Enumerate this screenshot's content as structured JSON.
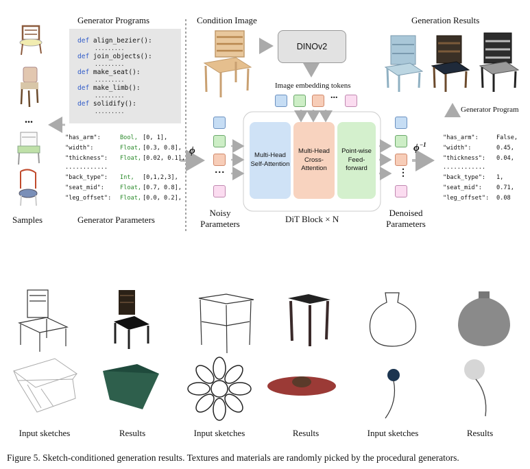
{
  "top": {
    "generator_programs_title": "Generator Programs",
    "condition_image_title": "Condition Image",
    "generation_results_title": "Generation Results",
    "code_lines": [
      {
        "kw": "def",
        "text": "align_bezier():"
      },
      {
        "kw": "def",
        "text": "join_objects():"
      },
      {
        "kw": "def",
        "text": "make_seat():"
      },
      {
        "kw": "def",
        "text": "make_limb():"
      },
      {
        "kw": "def",
        "text": "solidify():"
      }
    ],
    "code_dots": ".........",
    "samples_dots": "...",
    "samples_label": "Samples",
    "generator_parameters_label": "Generator Parameters",
    "params": [
      {
        "name": "\"has_arm\":",
        "type": "Bool,",
        "range": "[0, 1],"
      },
      {
        "name": "\"width\":",
        "type": "Float,",
        "range": "[0.3, 0.8],"
      },
      {
        "name": "\"thickness\":",
        "type": "Float,",
        "range": "[0.02, 0.1],"
      },
      {
        "name": "\"back_type\":",
        "type": "Int,",
        "range": "[0,1,2,3],"
      },
      {
        "name": "\"seat_mid\":",
        "type": "Float,",
        "range": "[0.7, 0.8],"
      },
      {
        "name": "\"leg_offset\":",
        "type": "Float,",
        "range": "[0.0, 0.2],"
      }
    ],
    "params_dots": "............",
    "phi": "ϕ",
    "phi_inv": "ϕ",
    "phi_inv_sup": "−1",
    "dinov2": "DINOv2",
    "image_embedding_tokens": "Image embedding tokens",
    "token_dots": "...",
    "mha": "Multi-Head Self-Attention",
    "mhca": "Multi-Head Cross-Attention",
    "ff": "Point-wise Feed-forward",
    "dit_block": "DiT Block × N",
    "noisy_params": "Noisy Parameters",
    "denoised_params": "Denoised Parameters",
    "generator_program_label": "Generator Program",
    "outputs": [
      {
        "name": "\"has_arm\":",
        "value": "False,"
      },
      {
        "name": "\"width\":",
        "value": "0.45,"
      },
      {
        "name": "\"thickness\":",
        "value": "0.04,"
      },
      {
        "name": "\"back_type\":",
        "value": "1,"
      },
      {
        "name": "\"seat_mid\":",
        "value": "0.71,"
      },
      {
        "name": "\"leg_offset\":",
        "value": "0.08"
      }
    ],
    "outputs_dots": "............",
    "colors": {
      "blue": "#c6ddf4",
      "green": "#cdeec6",
      "orange": "#f7cdb8",
      "pink": "#fbdcf0",
      "blue_border": "#5580b0",
      "green_border": "#5aa05a",
      "orange_border": "#d08060"
    }
  },
  "bottom": {
    "labels": [
      "Input sketches",
      "Results",
      "Input sketches",
      "Results",
      "Input sketches",
      "Results"
    ]
  },
  "caption": "Figure 5. Sketch-conditioned generation results. Textures and materials are randomly picked by the procedural generators."
}
